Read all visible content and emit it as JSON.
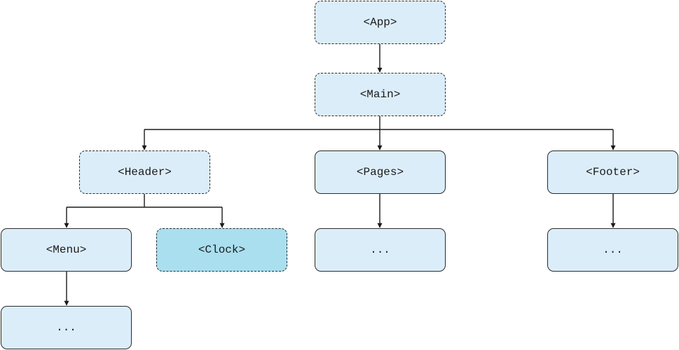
{
  "nodes": {
    "app": "<App>",
    "main": "<Main>",
    "header": "<Header>",
    "pages": "<Pages>",
    "footer": "<Footer>",
    "menu": "<Menu>",
    "clock": "<Clock>",
    "pages_child": "...",
    "footer_child": "...",
    "menu_child": "..."
  },
  "colors": {
    "node_fill": "#dcedfa",
    "highlight_fill": "#aadfef",
    "border": "#2b2b2b"
  }
}
